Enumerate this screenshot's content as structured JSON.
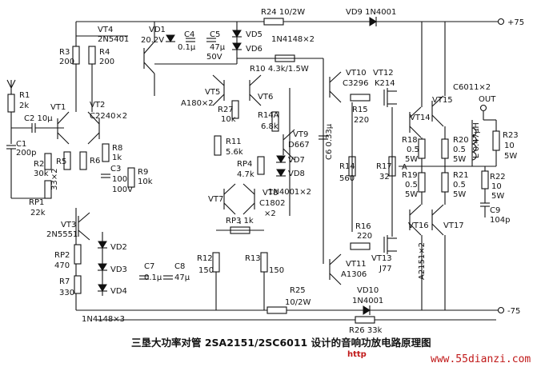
{
  "rails": {
    "pos": "+75",
    "neg": "-75",
    "out": "OUT"
  },
  "title": "三垦大功率对管 2SA2151/2SC6011 设计的音响功放电路原理图",
  "website": "www.55dianzi.com",
  "watermark": "http",
  "labels": {
    "R1": "R1",
    "R1v": "2k",
    "C2": "C2 10μ",
    "C1": "C1",
    "C1v": "200p",
    "R2": "R2",
    "R2v": "30k",
    "R5": "R5",
    "RP1": "RP1",
    "RP1v": "22k",
    "VT1": "VT1",
    "VT2": "VT2",
    "VT2v": "C2240×2",
    "x2": "33×2",
    "R3": "R3",
    "R3v": "200",
    "R4": "R4",
    "R4v": "200",
    "VT4": "VT4",
    "VT4v": "2N5401",
    "VD1": "VD1",
    "VD1v": "20.2V",
    "C4": "C4",
    "C4v": "0.1μ",
    "C5": "C5",
    "C5v": "47μ",
    "C5v2": "50V",
    "VD5": "VD5",
    "VD6": "VD6",
    "R24": "R24 10/2W",
    "VD9": "VD9 1N4001",
    "dx2top": "1N4148×2",
    "R10": "R10 4.3k/1.5W",
    "R6": "R6",
    "R8": "R8",
    "R8v": "1k",
    "C3": "C3",
    "C3v": "100μ",
    "C3v2": "100V",
    "R9": "R9",
    "R9v": "10k",
    "VT3": "VT3",
    "VT3v": "2N5551",
    "RP2": "RP2",
    "RP2v": "470",
    "R7": "R7",
    "R7v": "330",
    "VD2": "VD2",
    "VD3": "VD3",
    "VD4": "VD4",
    "dx3": "1N4148×3",
    "C7": "C7",
    "C7v": "0.1μ",
    "C8": "C8",
    "C8v": "47μ",
    "VT5": "VT5",
    "VT5v": "A180×2",
    "R27": "R27",
    "R27v": "10k",
    "VT6": "VT6",
    "R14A": "R14A",
    "R14Av": "6.8k",
    "VT9": "VT9",
    "VT9v": "D667",
    "R11": "R11",
    "R11v": "5.6k",
    "RP4": "RP4",
    "RP4v": "4.7k",
    "VD7": "VD7",
    "VD8": "VD8",
    "dx2mid": "1N4001×2",
    "C6": "C6 0.33μ",
    "VT7": "VT7",
    "VT8": "VT8",
    "VT8v": "C1802",
    "VT8v2": "×2",
    "RP3": "RP3 1k",
    "R12": "R12",
    "R12v": "150",
    "R13": "R13",
    "R13v": "150",
    "VT10": "VT10",
    "VT10v": "C3296",
    "VT12": "VT12",
    "VT12v": "K214",
    "R15": "R15",
    "R15v": "220",
    "R14": "R14",
    "R14v": "560",
    "R17": "R17",
    "R17v": "32",
    "A": "A",
    "R16": "R16",
    "R16v": "220",
    "VT11": "VT11",
    "VT11v": "A1306",
    "VT13": "VT13",
    "VT13v": "J77",
    "R25": "R25",
    "R25v": "10/2W",
    "VD10": "VD10",
    "VD10v": "1N4001",
    "R26": "R26 33k",
    "C6011": "C6011×2",
    "VT14": "VT14",
    "VT15": "VT15",
    "R18": "R18",
    "R18v": "0.5",
    "R18v2": "5W",
    "R20": "R20",
    "R20v": "0.5",
    "R20v2": "5W",
    "R19": "R19",
    "R19v": "0.5",
    "R19v2": "5W",
    "R21": "R21",
    "R21v": "0.5",
    "R21v2": "5W",
    "L": "L 0.47μH",
    "R23": "R23",
    "R23v": "10",
    "R23v2": "5W",
    "R22": "R22",
    "R22v": "10",
    "R22v2": "5W",
    "C9": "C9",
    "C9v": "104p",
    "VT16": "VT16",
    "VT17": "VT17",
    "A2151": "A2151×2"
  }
}
